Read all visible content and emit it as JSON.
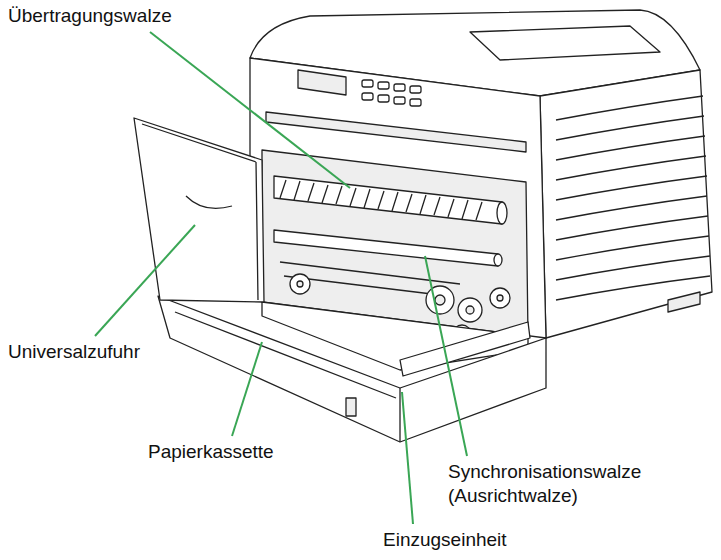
{
  "diagram": {
    "labels": [
      "Übertragungswalze",
      "Universalzufuhr",
      "Papierkassette",
      "Synchronisationswalze (Ausrichtwalze)",
      "Einzugseinheit"
    ]
  }
}
